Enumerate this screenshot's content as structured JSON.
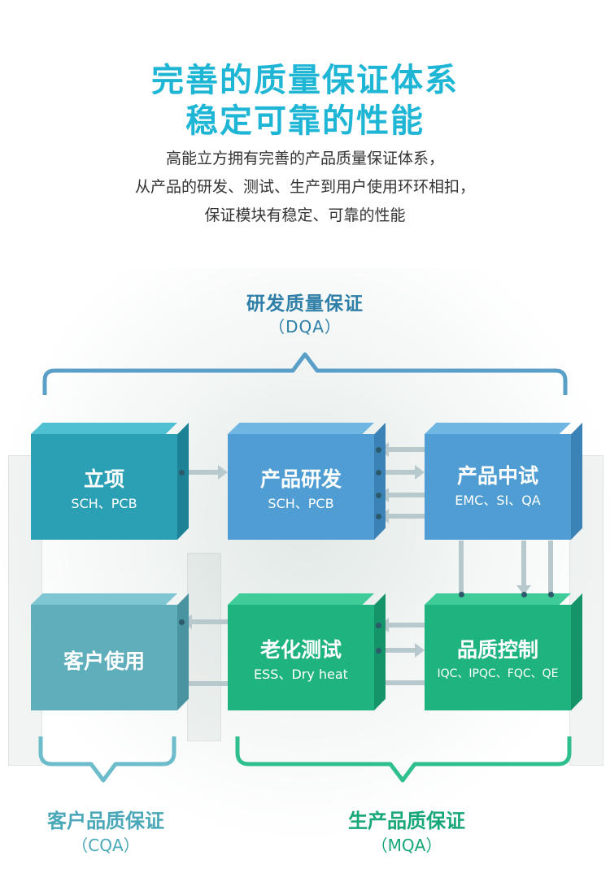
{
  "header": {
    "title_line1": "完善的质量保证体系",
    "title_line2": "稳定可靠的性能",
    "desc_line1": "高能立方拥有完善的产品质量保证体系，",
    "desc_line2": "从产品的研发、测试、生产到用户使用环环相扣，",
    "desc_line3": "保证模块有稳定、可靠的性能"
  },
  "dqa": {
    "label": "研发质量保证",
    "code": "（DQA）"
  },
  "cqa": {
    "label": "客户品质保证",
    "code": "（CQA）"
  },
  "mqa": {
    "label": "生产品质保证",
    "code": "（MQA）"
  },
  "boxes": {
    "lixiang": {
      "title": "立项",
      "sub": "SCH、PCB"
    },
    "yanfa": {
      "title": "产品研发",
      "sub": "SCH、PCB"
    },
    "zhongshi": {
      "title": "产品中试",
      "sub": "EMC、SI、QA"
    },
    "kehu": {
      "title": "客户使用",
      "sub": ""
    },
    "laohua": {
      "title": "老化测试",
      "sub": "ESS、Dry heat"
    },
    "pinzhi": {
      "title": "品质控制",
      "sub": "IQC、IPQC、FQC、QE"
    }
  },
  "colors": {
    "title": "#1fb6d6",
    "dqa_bracket": "#5a9fc8",
    "cqa_bracket": "#6cbccb",
    "mqa_bracket": "#2fbf8e",
    "arrow": "#b7c9cc"
  }
}
